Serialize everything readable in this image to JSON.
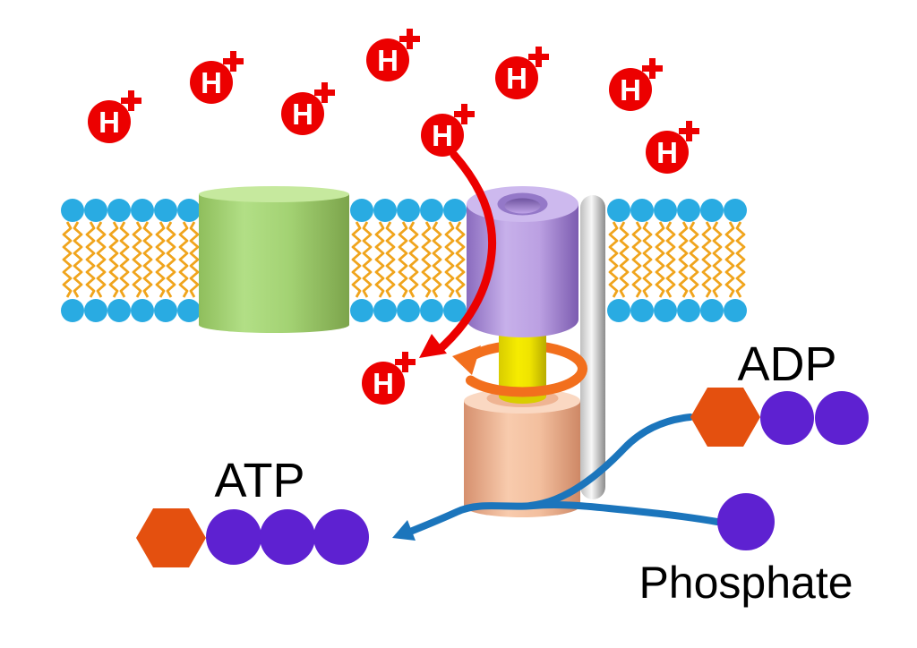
{
  "ions": {
    "symbol": "H",
    "charge": "+",
    "count": 9
  },
  "molecules": {
    "adp": {
      "label": "ADP",
      "hexagons": 1,
      "phosphate_circles": 2
    },
    "atp": {
      "label": "ATP",
      "hexagons": 1,
      "phosphate_circles": 3
    },
    "phosphate": {
      "label": "Phosphate",
      "phosphate_circles": 1
    }
  },
  "membrane": {
    "lipid_sections": [
      6,
      5,
      6
    ],
    "leaflets": 2,
    "head_color": "#29ABE2",
    "tail_color": "#F0A41C"
  },
  "components": {
    "channel_protein_color": "#A3D273",
    "rotor_color": "#BCA2E4",
    "shaft_color": "#F0E400",
    "catalytic_head_color": "#F4C2A2",
    "stator_color": "#C9C9C9",
    "rotation_arrow_color": "#F26F1D",
    "proton_color": "#EC0000",
    "reaction_arrow_color": "#1B75BC",
    "hexagon_color": "#E4500F",
    "phosphate_circle_color": "#5E21D1",
    "label_color": "#000000"
  }
}
